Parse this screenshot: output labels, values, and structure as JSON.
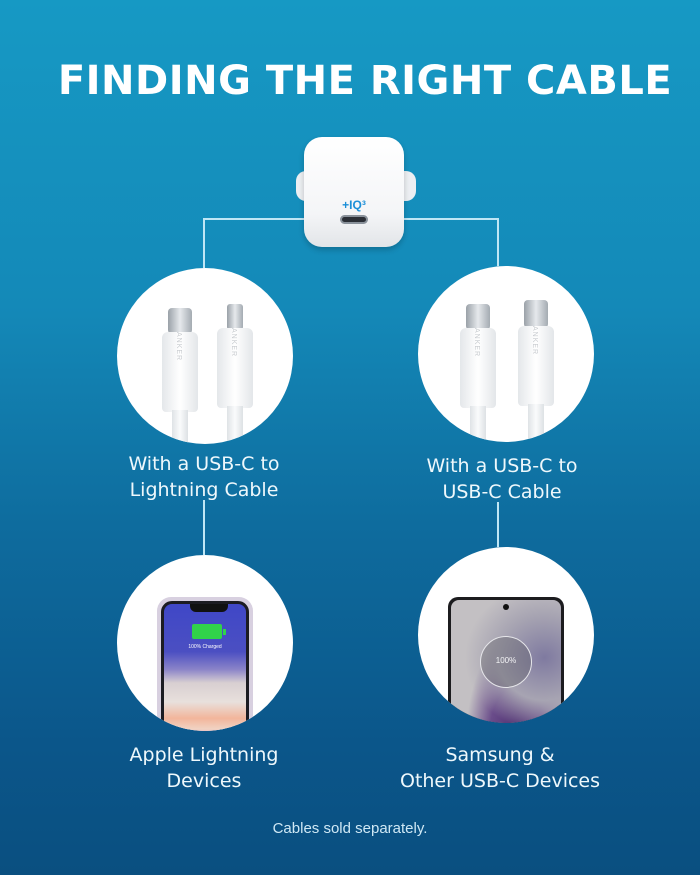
{
  "header": {
    "title": "FINDING THE RIGHT CABLE"
  },
  "charger": {
    "logo_text": "+IQ³",
    "port": "usb-c-port"
  },
  "branches": [
    {
      "cable_label_line1": "With a USB-C to",
      "cable_label_line2": "Lightning Cable",
      "cable_ends": [
        "usb-c",
        "lightning"
      ],
      "cable_brand": "ANKER",
      "device_label_line1": "Apple Lightning",
      "device_label_line2": "Devices",
      "device_screen_text": "100% Charged"
    },
    {
      "cable_label_line1": "With a USB-C to",
      "cable_label_line2": "USB-C Cable",
      "cable_ends": [
        "usb-c",
        "usb-c"
      ],
      "cable_brand": "ANKER",
      "device_label_line1": "Samsung &",
      "device_label_line2": "Other USB-C Devices",
      "device_screen_text": "100%"
    }
  ],
  "footer": {
    "note": "Cables sold separately."
  },
  "colors": {
    "bg_top": "#1699c4",
    "bg_bottom": "#0a4f80",
    "line": "#bfe6f5",
    "iq_blue": "#1b8fd8",
    "battery_green": "#31d24a"
  }
}
